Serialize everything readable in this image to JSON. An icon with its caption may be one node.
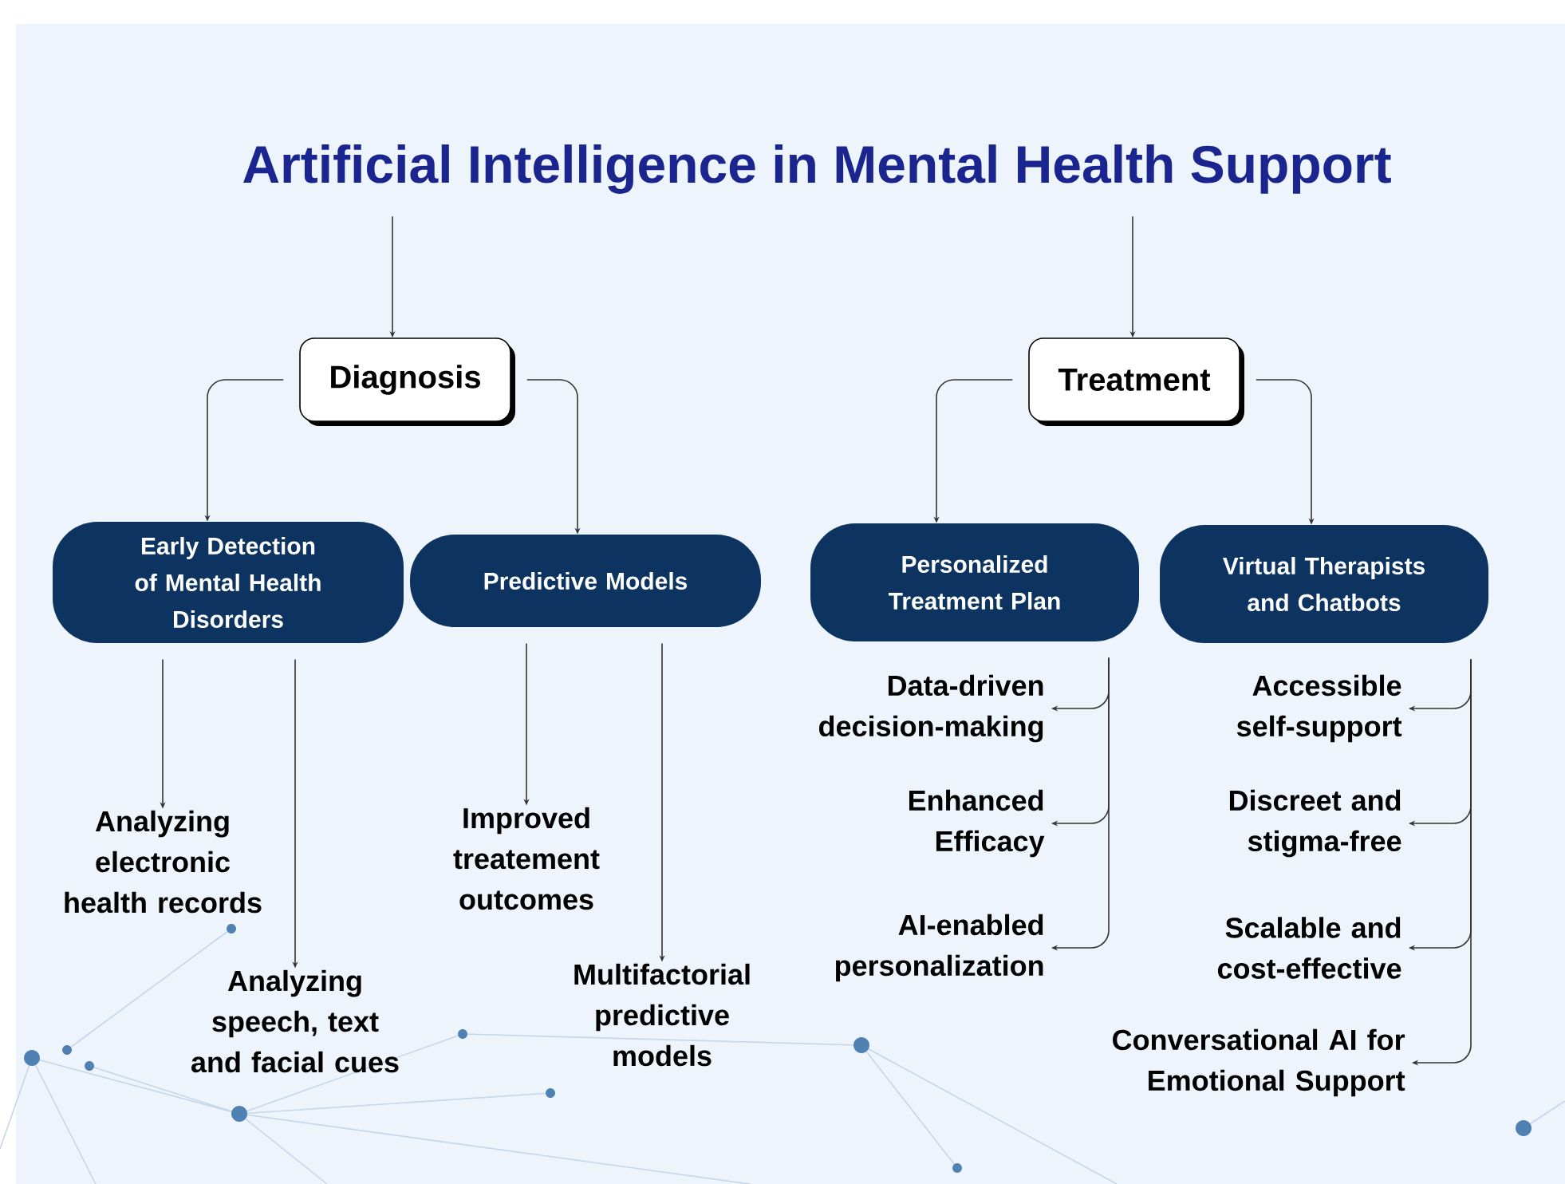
{
  "diagram": {
    "nodes": [
      {
        "text": [
          "Artificial Intelligence in Mental Health Support"
        ]
      },
      {
        "text": [
          "Diagnosis"
        ]
      },
      {
        "text": [
          "Treatment"
        ]
      },
      {
        "text": [
          "Early Detection of Mental Health Disorders"
        ]
      },
      {
        "text": [
          "Predictive Models"
        ]
      },
      {
        "text": [
          "Personalized Treatment Plan"
        ]
      },
      {
        "text": [
          "Virtual Therapists and Chatbots"
        ]
      },
      {
        "text": [
          "Analyzing electronic health records"
        ]
      },
      {
        "text": [
          "Analyzing speech, text and facial cues"
        ]
      },
      {
        "text": [
          "Improved treatement outcomes"
        ]
      },
      {
        "text": [
          "Multifactorial predictive models"
        ]
      },
      {
        "text": [
          "Data-driven decision-making"
        ]
      },
      {
        "text": [
          "Enhanced Efficacy"
        ]
      },
      {
        "text": [
          "AI-enabled personalization"
        ]
      },
      {
        "text": [
          "Accessible self-support"
        ]
      },
      {
        "text": [
          "Discreet and stigma-free"
        ]
      },
      {
        "text": [
          "Scalable and cost-effective"
        ]
      },
      {
        "text": [
          "Conversational AI for Emotional Support"
        ]
      }
    ],
    "edges": [
      {
        "from": 0,
        "to": 1,
        "arrow": "to"
      },
      {
        "from": 0,
        "to": 2,
        "arrow": "to"
      },
      {
        "from": 1,
        "to": 3,
        "arrow": "to"
      },
      {
        "from": 1,
        "to": 4,
        "arrow": "to"
      },
      {
        "from": 2,
        "to": 5,
        "arrow": "to"
      },
      {
        "from": 2,
        "to": 6,
        "arrow": "to"
      },
      {
        "from": 3,
        "to": 7,
        "arrow": "to"
      },
      {
        "from": 3,
        "to": 8,
        "arrow": "to"
      },
      {
        "from": 4,
        "to": 9,
        "arrow": "to"
      },
      {
        "from": 4,
        "to": 10,
        "arrow": "to"
      },
      {
        "from": 5,
        "to": 11,
        "arrow": "to"
      },
      {
        "from": 5,
        "to": 12,
        "arrow": "to"
      },
      {
        "from": 5,
        "to": 13,
        "arrow": "to"
      },
      {
        "from": 6,
        "to": 14,
        "arrow": "to"
      },
      {
        "from": 6,
        "to": 15,
        "arrow": "to"
      },
      {
        "from": 6,
        "to": 16,
        "arrow": "to"
      },
      {
        "from": 6,
        "to": 17,
        "arrow": "to"
      }
    ]
  }
}
